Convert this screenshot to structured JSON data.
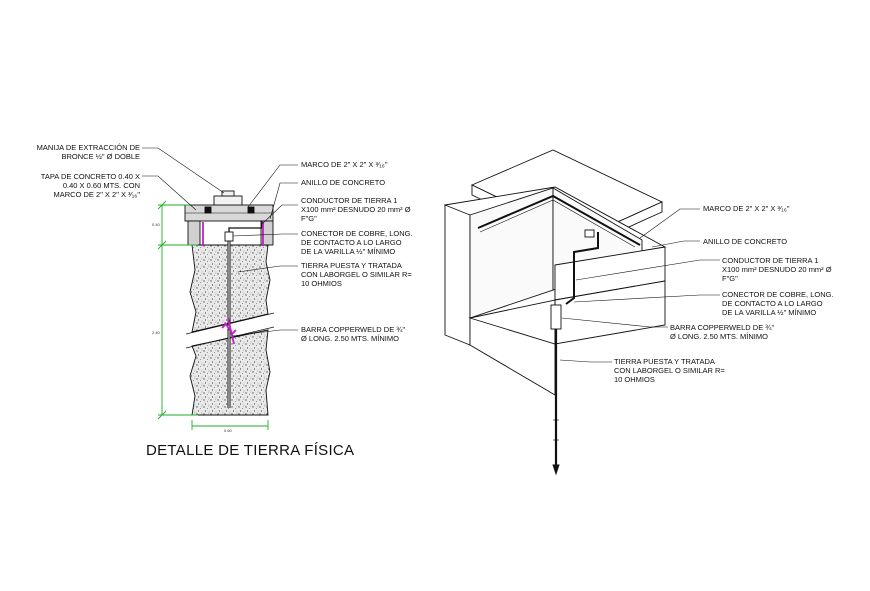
{
  "title": "DETALLE DE TIERRA FÍSICA",
  "left_detail": {
    "labels_left": {
      "manija": "MANIJA DE EXTRACCIÓN DE\nBRONCE ½\" Ø DOBLE",
      "tapa": "TAPA DE CONCRETO 0.40 X\n0.40 X 0.60 MTS. CON\nMARCO DE 2\" X 2\" X ³⁄₁₆\""
    },
    "labels_right": {
      "marco": "MARCO DE 2\" X 2\" X ³⁄₁₆\"",
      "anillo": "ANILLO DE CONCRETO",
      "conductor": "CONDUCTOR DE TIERRA 1\nX100 mm² DESNUDO 20 mm² Ø\nF\"G\"",
      "conector": "CONECTOR DE COBRE, LONG.\nDE CONTACTO A LO LARGO\nDE LA VARILLA ½\" MÍNIMO",
      "tierra": "TIERRA PUESTA Y TRATADA\nCON LABORGEL O SIMILAR R=\n10 OHMIOS",
      "barra": "BARRA COPPERWELD DE ¾\"\nØ LONG. 2.50 MTS. MÍNIMO"
    },
    "dimensions": {
      "top": "0.40",
      "side": "2.40",
      "bottom": "0.60"
    }
  },
  "right_detail": {
    "labels": {
      "marco": "MARCO DE 2\" X 2\" X ³⁄₁₆\"",
      "anillo": "ANILLO DE CONCRETO",
      "conductor": "CONDUCTOR DE TIERRA 1\nX100 mm² DESNUDO 20 mm² Ø\nF\"G\"",
      "conector": "CONECTOR DE COBRE, LONG.\nDE CONTACTO A LO LARGO\nDE LA VARILLA ½\" MÍNIMO",
      "barra": "BARRA COPPERWELD DE ¾\"\nØ LONG. 2.50 MTS. MÍNIMO",
      "tierra": "TIERRA PUESTA Y TRATADA\nCON LABORGEL O SIMILAR R=\n10 OHMIOS"
    }
  },
  "colors": {
    "line": "#111111",
    "dimension": "#1fae2a",
    "break_marker": "#c020c8",
    "fill": "#cfcfcf"
  }
}
